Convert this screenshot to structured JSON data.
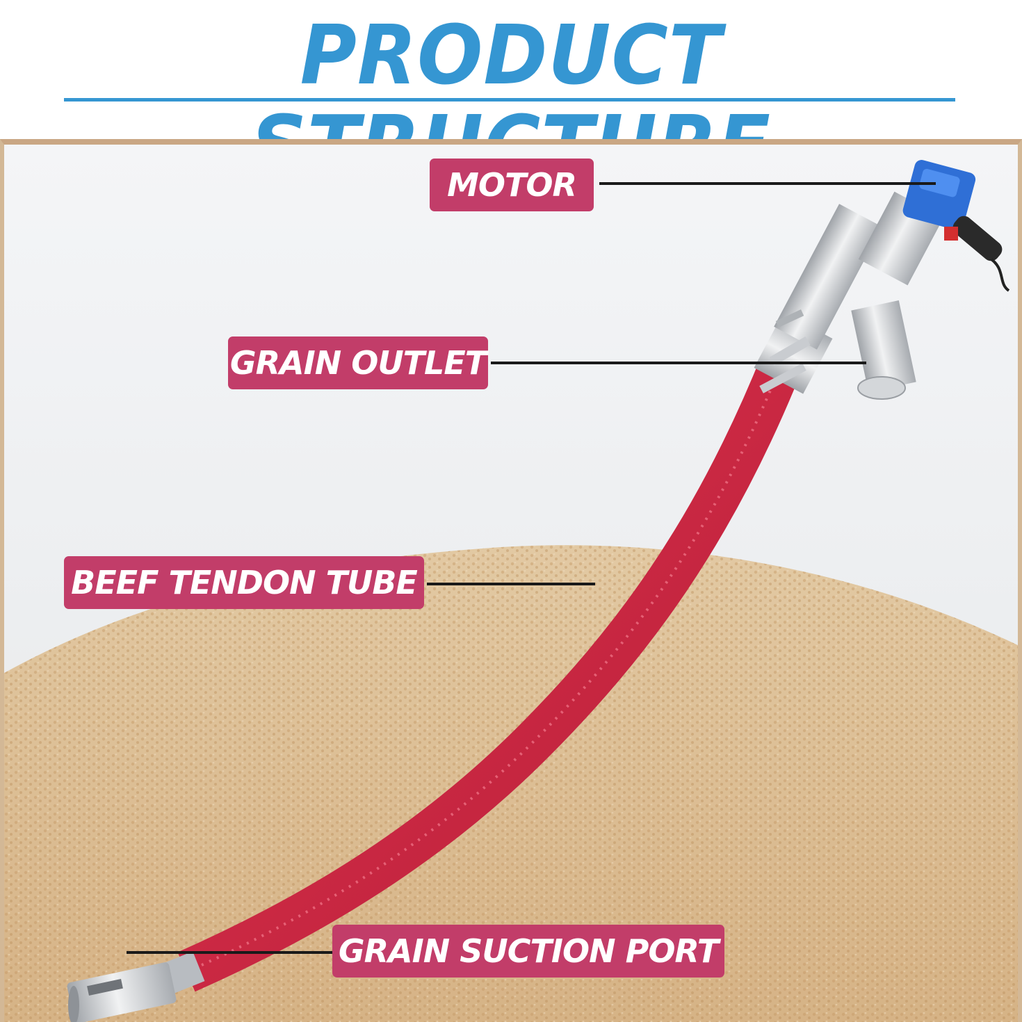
{
  "header": {
    "title": "PRODUCT STRUCTURE"
  },
  "labels": {
    "motor": "MOTOR",
    "grain_outlet": "GRAIN OUTLET",
    "tube": "BEEF TENDON TUBE",
    "suction_port": "GRAIN SUCTION PORT"
  },
  "colors": {
    "title_blue": "#3596d2",
    "label_pink": "#c23d69",
    "tube_red": "#c8263e",
    "motor_blue": "#2f6fd6",
    "grain_tan": "#d9b98d"
  }
}
